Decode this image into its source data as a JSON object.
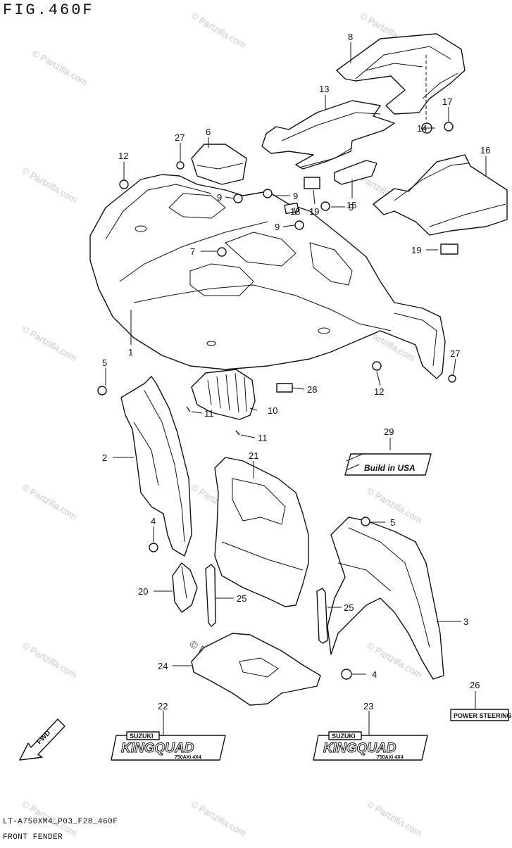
{
  "figure": {
    "title": "FIG.460F",
    "footer_code": "LT-A750XM4_P03_F28_460F",
    "footer_name": "FRONT FENDER"
  },
  "watermark": {
    "text": "© Partzilla.com",
    "center_text": "© Partzilla.com"
  },
  "callouts": {
    "c1": "1",
    "c2": "2",
    "c3": "3",
    "c4a": "4",
    "c4b": "4",
    "c5a": "5",
    "c5b": "5",
    "c6": "6",
    "c7": "7",
    "c8": "8",
    "c9a": "9",
    "c9b": "9",
    "c9c": "9",
    "c9d": "9",
    "c10": "10",
    "c11a": "11",
    "c11b": "11",
    "c12a": "12",
    "c12b": "12",
    "c13": "13",
    "c14": "14",
    "c15": "15",
    "c16": "16",
    "c17": "17",
    "c18": "18",
    "c19a": "19",
    "c19b": "19",
    "c20": "20",
    "c21": "21",
    "c22": "22",
    "c23": "23",
    "c24": "24",
    "c25a": "25",
    "c25b": "25",
    "c26": "26",
    "c27a": "27",
    "c27b": "27",
    "c28": "28",
    "c29": "29"
  },
  "decals": {
    "build_in_usa": "Build in USA",
    "power_steering": "POWER STEERING",
    "brand": "SUZUKI",
    "model": "KINGQUAD",
    "model_sub": "750AXi 4X4",
    "fwd": "FWD"
  }
}
